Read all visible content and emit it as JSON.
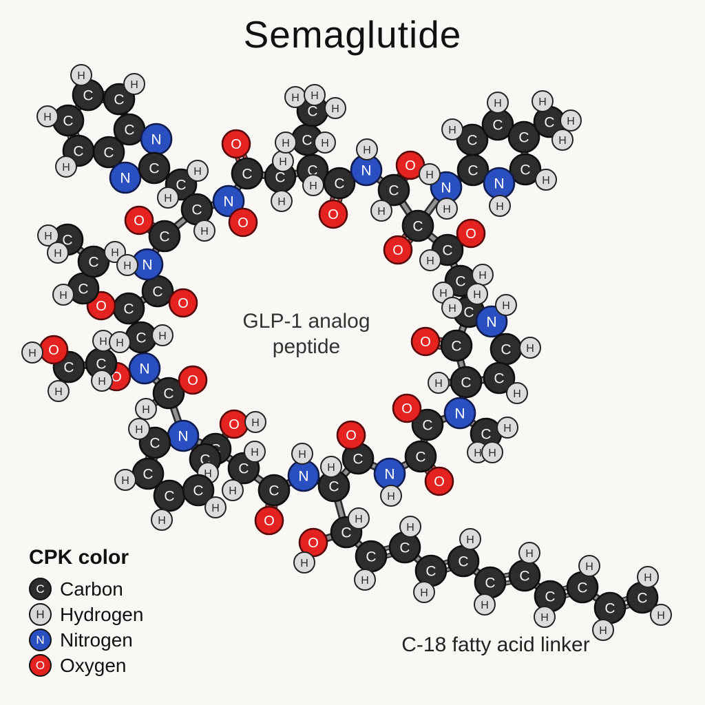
{
  "title": "Semaglutide",
  "labels": {
    "center_line1": "GLP-1 analog",
    "center_line2": "peptide",
    "fatty_acid": "C-18 fatty acid linker"
  },
  "legend": {
    "heading": "CPK color",
    "items": [
      {
        "symbol": "C",
        "name": "Carbon",
        "color": "#2d2d2d",
        "letter_color": "#ffffff"
      },
      {
        "symbol": "H",
        "name": "Hydrogen",
        "color": "#d9d9d9",
        "letter_color": "#222222"
      },
      {
        "symbol": "N",
        "name": "Nitrogen",
        "color": "#2a4fc0",
        "letter_color": "#ffffff"
      },
      {
        "symbol": "O",
        "name": "Oxygen",
        "color": "#e42320",
        "letter_color": "#ffffff"
      }
    ]
  },
  "colors": {
    "background": "#f9f8f5",
    "bond_outline": "#2e2e2e",
    "bond_core": "#929292",
    "bond_core_oxygen": "#c05050",
    "bond_core_nitrogen": "#6474c2"
  },
  "elements": {
    "C": {
      "fill": "#2d2d2d",
      "stroke": "#0f0f0f",
      "label": "#f2f2f2",
      "r": 22,
      "fs": 21
    },
    "H": {
      "fill": "#dcdcdc",
      "stroke": "#232323",
      "label": "#2a2a2a",
      "r": 15,
      "fs": 16
    },
    "N": {
      "fill": "#2a4fc0",
      "stroke": "#101c4e",
      "label": "#ffffff",
      "r": 22,
      "fs": 21
    },
    "O": {
      "fill": "#e42320",
      "stroke": "#550808",
      "label": "#ffffff",
      "r": 20,
      "fs": 20
    }
  },
  "molecule": {
    "atoms": [
      [
        128,
        138,
        "C"
      ],
      [
        173,
        144,
        "C"
      ],
      [
        188,
        188,
        "C"
      ],
      [
        158,
        221,
        "C"
      ],
      [
        114,
        219,
        "C"
      ],
      [
        99,
        175,
        "C"
      ],
      [
        118,
        109,
        "H"
      ],
      [
        195,
        122,
        "H"
      ],
      [
        69,
        169,
        "H"
      ],
      [
        96,
        242,
        "H"
      ],
      [
        227,
        202,
        "N"
      ],
      [
        182,
        258,
        "N"
      ],
      [
        224,
        244,
        "C"
      ],
      [
        263,
        268,
        "C"
      ],
      [
        287,
        248,
        "H"
      ],
      [
        244,
        287,
        "H"
      ],
      [
        286,
        304,
        "C"
      ],
      [
        297,
        335,
        "H"
      ],
      [
        332,
        292,
        "N"
      ],
      [
        353,
        323,
        "O"
      ],
      [
        359,
        252,
        "C"
      ],
      [
        343,
        209,
        "O"
      ],
      [
        407,
        257,
        "C"
      ],
      [
        411,
        234,
        "H"
      ],
      [
        409,
        292,
        "H"
      ],
      [
        454,
        247,
        "C"
      ],
      [
        455,
        269,
        "H"
      ],
      [
        446,
        203,
        "C"
      ],
      [
        415,
        207,
        "H"
      ],
      [
        472,
        207,
        "H"
      ],
      [
        454,
        161,
        "C"
      ],
      [
        429,
        141,
        "H"
      ],
      [
        457,
        138,
        "H"
      ],
      [
        487,
        157,
        "H"
      ],
      [
        493,
        266,
        "C"
      ],
      [
        484,
        311,
        "O"
      ],
      [
        532,
        247,
        "N"
      ],
      [
        533,
        217,
        "H"
      ],
      [
        572,
        276,
        "C"
      ],
      [
        554,
        306,
        "H"
      ],
      [
        596,
        240,
        "O"
      ],
      [
        607,
        328,
        "C"
      ],
      [
        578,
        363,
        "O"
      ],
      [
        648,
        272,
        "N"
      ],
      [
        624,
        253,
        "H"
      ],
      [
        649,
        303,
        "H"
      ],
      [
        650,
        363,
        "C"
      ],
      [
        684,
        339,
        "O"
      ],
      [
        625,
        378,
        "H"
      ],
      [
        669,
        408,
        "C"
      ],
      [
        701,
        399,
        "H"
      ],
      [
        644,
        425,
        "H"
      ],
      [
        687,
        247,
        "C"
      ],
      [
        686,
        203,
        "C"
      ],
      [
        657,
        188,
        "H"
      ],
      [
        723,
        181,
        "C"
      ],
      [
        723,
        149,
        "H"
      ],
      [
        761,
        199,
        "C"
      ],
      [
        763,
        246,
        "C"
      ],
      [
        793,
        261,
        "H"
      ],
      [
        725,
        266,
        "N"
      ],
      [
        726,
        299,
        "H"
      ],
      [
        798,
        177,
        "C"
      ],
      [
        788,
        147,
        "H"
      ],
      [
        829,
        175,
        "H"
      ],
      [
        817,
        203,
        "H"
      ],
      [
        681,
        453,
        "C"
      ],
      [
        657,
        447,
        "H"
      ],
      [
        693,
        427,
        "H"
      ],
      [
        714,
        467,
        "N"
      ],
      [
        735,
        443,
        "H"
      ],
      [
        735,
        507,
        "C"
      ],
      [
        770,
        505,
        "H"
      ],
      [
        725,
        549,
        "C"
      ],
      [
        751,
        571,
        "H"
      ],
      [
        677,
        555,
        "C"
      ],
      [
        637,
        556,
        "H"
      ],
      [
        663,
        502,
        "C"
      ],
      [
        618,
        496,
        "O"
      ],
      [
        668,
        600,
        "N"
      ],
      [
        706,
        630,
        "C"
      ],
      [
        737,
        621,
        "H"
      ],
      [
        694,
        657,
        "H"
      ],
      [
        715,
        657,
        "H"
      ],
      [
        621,
        617,
        "C"
      ],
      [
        591,
        593,
        "O"
      ],
      [
        611,
        663,
        "C"
      ],
      [
        638,
        699,
        "O"
      ],
      [
        566,
        688,
        "N"
      ],
      [
        568,
        720,
        "H"
      ],
      [
        520,
        666,
        "C"
      ],
      [
        510,
        632,
        "O"
      ],
      [
        485,
        706,
        "C"
      ],
      [
        481,
        678,
        "H"
      ],
      [
        441,
        691,
        "N"
      ],
      [
        439,
        659,
        "H"
      ],
      [
        503,
        773,
        "C"
      ],
      [
        521,
        753,
        "H"
      ],
      [
        455,
        788,
        "O"
      ],
      [
        442,
        817,
        "H"
      ],
      [
        539,
        808,
        "C"
      ],
      [
        530,
        842,
        "H"
      ],
      [
        588,
        795,
        "C"
      ],
      [
        596,
        765,
        "H"
      ],
      [
        626,
        829,
        "C"
      ],
      [
        616,
        860,
        "H"
      ],
      [
        673,
        815,
        "C"
      ],
      [
        683,
        783,
        "H"
      ],
      [
        712,
        846,
        "C"
      ],
      [
        704,
        878,
        "H"
      ],
      [
        762,
        836,
        "C"
      ],
      [
        769,
        803,
        "H"
      ],
      [
        799,
        866,
        "C"
      ],
      [
        791,
        896,
        "H"
      ],
      [
        846,
        853,
        "C"
      ],
      [
        856,
        822,
        "H"
      ],
      [
        886,
        883,
        "C"
      ],
      [
        876,
        915,
        "H"
      ],
      [
        933,
        868,
        "C"
      ],
      [
        941,
        838,
        "H"
      ],
      [
        960,
        893,
        "H"
      ],
      [
        398,
        712,
        "C"
      ],
      [
        391,
        756,
        "O"
      ],
      [
        354,
        680,
        "C"
      ],
      [
        370,
        656,
        "H"
      ],
      [
        338,
        712,
        "H"
      ],
      [
        313,
        652,
        "C"
      ],
      [
        340,
        616,
        "O"
      ],
      [
        371,
        613,
        "H"
      ],
      [
        298,
        667,
        "C"
      ],
      [
        302,
        687,
        "H"
      ],
      [
        266,
        633,
        "N"
      ],
      [
        225,
        643,
        "C"
      ],
      [
        202,
        623,
        "H"
      ],
      [
        215,
        688,
        "C"
      ],
      [
        182,
        697,
        "H"
      ],
      [
        246,
        720,
        "C"
      ],
      [
        235,
        755,
        "H"
      ],
      [
        288,
        712,
        "C"
      ],
      [
        313,
        737,
        "H"
      ],
      [
        245,
        571,
        "C"
      ],
      [
        280,
        552,
        "O"
      ],
      [
        212,
        594,
        "H"
      ],
      [
        210,
        535,
        "N"
      ],
      [
        169,
        547,
        "O"
      ],
      [
        147,
        528,
        "C"
      ],
      [
        150,
        495,
        "H"
      ],
      [
        148,
        553,
        "H"
      ],
      [
        100,
        533,
        "C"
      ],
      [
        85,
        568,
        "H"
      ],
      [
        78,
        508,
        "O"
      ],
      [
        47,
        512,
        "H"
      ],
      [
        205,
        490,
        "C"
      ],
      [
        174,
        497,
        "H"
      ],
      [
        236,
        487,
        "H"
      ],
      [
        187,
        448,
        "C"
      ],
      [
        147,
        444,
        "O"
      ],
      [
        121,
        419,
        "C"
      ],
      [
        92,
        428,
        "H"
      ],
      [
        136,
        380,
        "C"
      ],
      [
        167,
        366,
        "H"
      ],
      [
        98,
        348,
        "C"
      ],
      [
        70,
        342,
        "H"
      ],
      [
        84,
        367,
        "H"
      ],
      [
        229,
        423,
        "C"
      ],
      [
        266,
        440,
        "O"
      ],
      [
        214,
        384,
        "N"
      ],
      [
        185,
        385,
        "H"
      ],
      [
        239,
        343,
        "C"
      ],
      [
        202,
        320,
        "O"
      ]
    ],
    "bonds": [
      [
        0,
        1,
        2
      ],
      [
        1,
        2,
        1
      ],
      [
        2,
        3,
        2
      ],
      [
        3,
        4,
        1
      ],
      [
        4,
        5,
        2
      ],
      [
        5,
        0,
        1
      ],
      [
        0,
        6,
        1
      ],
      [
        1,
        7,
        1
      ],
      [
        5,
        8,
        1
      ],
      [
        4,
        9,
        1
      ],
      [
        2,
        10,
        1
      ],
      [
        10,
        12,
        2
      ],
      [
        12,
        11,
        1
      ],
      [
        11,
        3,
        1
      ],
      [
        12,
        13,
        1
      ],
      [
        13,
        14,
        1
      ],
      [
        13,
        15,
        1
      ],
      [
        13,
        16,
        1
      ],
      [
        16,
        17,
        1
      ],
      [
        16,
        18,
        1
      ],
      [
        18,
        19,
        2
      ],
      [
        18,
        20,
        1
      ],
      [
        20,
        21,
        2
      ],
      [
        20,
        22,
        1
      ],
      [
        22,
        23,
        1
      ],
      [
        22,
        24,
        1
      ],
      [
        22,
        25,
        1
      ],
      [
        25,
        26,
        1
      ],
      [
        25,
        27,
        1
      ],
      [
        27,
        28,
        1
      ],
      [
        27,
        29,
        1
      ],
      [
        27,
        30,
        1
      ],
      [
        30,
        31,
        1
      ],
      [
        30,
        32,
        1
      ],
      [
        30,
        33,
        1
      ],
      [
        25,
        34,
        1
      ],
      [
        34,
        35,
        2
      ],
      [
        34,
        36,
        1
      ],
      [
        36,
        37,
        1
      ],
      [
        36,
        38,
        1
      ],
      [
        38,
        39,
        1
      ],
      [
        38,
        40,
        2
      ],
      [
        38,
        41,
        1
      ],
      [
        41,
        42,
        2
      ],
      [
        41,
        43,
        1
      ],
      [
        43,
        44,
        1
      ],
      [
        43,
        45,
        1
      ],
      [
        43,
        52,
        1
      ],
      [
        41,
        46,
        1
      ],
      [
        46,
        47,
        2
      ],
      [
        46,
        48,
        1
      ],
      [
        46,
        49,
        1
      ],
      [
        49,
        50,
        1
      ],
      [
        49,
        51,
        1
      ],
      [
        49,
        66,
        1
      ],
      [
        52,
        53,
        2
      ],
      [
        53,
        55,
        1
      ],
      [
        55,
        57,
        2
      ],
      [
        57,
        58,
        1
      ],
      [
        58,
        60,
        2
      ],
      [
        60,
        52,
        1
      ],
      [
        53,
        54,
        1
      ],
      [
        55,
        56,
        1
      ],
      [
        58,
        59,
        1
      ],
      [
        60,
        61,
        1
      ],
      [
        57,
        62,
        1
      ],
      [
        62,
        63,
        1
      ],
      [
        62,
        64,
        1
      ],
      [
        62,
        65,
        1
      ],
      [
        66,
        67,
        1
      ],
      [
        66,
        68,
        1
      ],
      [
        66,
        69,
        1
      ],
      [
        69,
        70,
        1
      ],
      [
        69,
        71,
        1
      ],
      [
        71,
        72,
        1
      ],
      [
        71,
        73,
        2
      ],
      [
        73,
        74,
        1
      ],
      [
        73,
        75,
        1
      ],
      [
        75,
        76,
        1
      ],
      [
        75,
        77,
        1
      ],
      [
        77,
        78,
        2
      ],
      [
        77,
        66,
        1
      ],
      [
        75,
        79,
        1
      ],
      [
        79,
        80,
        1
      ],
      [
        80,
        81,
        1
      ],
      [
        80,
        82,
        1
      ],
      [
        80,
        83,
        1
      ],
      [
        79,
        84,
        1
      ],
      [
        84,
        85,
        2
      ],
      [
        84,
        86,
        1
      ],
      [
        86,
        87,
        2
      ],
      [
        86,
        88,
        1
      ],
      [
        88,
        89,
        1
      ],
      [
        88,
        90,
        1
      ],
      [
        90,
        91,
        2
      ],
      [
        90,
        92,
        1
      ],
      [
        92,
        93,
        1
      ],
      [
        92,
        94,
        1
      ],
      [
        94,
        95,
        1
      ],
      [
        94,
        121,
        1
      ],
      [
        92,
        96,
        1
      ],
      [
        96,
        97,
        1
      ],
      [
        96,
        98,
        1
      ],
      [
        98,
        99,
        1
      ],
      [
        96,
        100,
        1
      ],
      [
        100,
        101,
        1
      ],
      [
        100,
        102,
        2
      ],
      [
        102,
        103,
        1
      ],
      [
        102,
        104,
        1
      ],
      [
        104,
        105,
        1
      ],
      [
        104,
        106,
        2
      ],
      [
        106,
        107,
        1
      ],
      [
        106,
        108,
        1
      ],
      [
        108,
        109,
        1
      ],
      [
        108,
        110,
        2
      ],
      [
        110,
        111,
        1
      ],
      [
        110,
        112,
        1
      ],
      [
        112,
        113,
        1
      ],
      [
        112,
        114,
        2
      ],
      [
        114,
        115,
        1
      ],
      [
        114,
        116,
        1
      ],
      [
        116,
        117,
        1
      ],
      [
        116,
        118,
        2
      ],
      [
        118,
        119,
        1
      ],
      [
        118,
        120,
        1
      ],
      [
        121,
        122,
        2
      ],
      [
        121,
        123,
        1
      ],
      [
        123,
        124,
        1
      ],
      [
        123,
        125,
        1
      ],
      [
        123,
        126,
        1
      ],
      [
        126,
        127,
        1
      ],
      [
        127,
        128,
        1
      ],
      [
        126,
        129,
        1
      ],
      [
        129,
        130,
        1
      ],
      [
        126,
        131,
        1
      ],
      [
        131,
        132,
        1
      ],
      [
        132,
        134,
        2
      ],
      [
        134,
        136,
        1
      ],
      [
        136,
        138,
        2
      ],
      [
        138,
        129,
        1
      ],
      [
        129,
        131,
        1
      ],
      [
        132,
        133,
        1
      ],
      [
        134,
        135,
        1
      ],
      [
        136,
        137,
        1
      ],
      [
        138,
        139,
        1
      ],
      [
        131,
        140,
        1
      ],
      [
        140,
        141,
        2
      ],
      [
        140,
        142,
        1
      ],
      [
        140,
        143,
        1
      ],
      [
        143,
        144,
        1
      ],
      [
        144,
        145,
        1
      ],
      [
        145,
        146,
        1
      ],
      [
        145,
        147,
        1
      ],
      [
        145,
        148,
        1
      ],
      [
        148,
        149,
        1
      ],
      [
        148,
        150,
        1
      ],
      [
        150,
        151,
        1
      ],
      [
        143,
        152,
        1
      ],
      [
        152,
        153,
        1
      ],
      [
        152,
        154,
        1
      ],
      [
        152,
        155,
        1
      ],
      [
        155,
        156,
        1
      ],
      [
        156,
        157,
        1
      ],
      [
        157,
        158,
        1
      ],
      [
        157,
        159,
        2
      ],
      [
        159,
        160,
        1
      ],
      [
        159,
        161,
        1
      ],
      [
        161,
        162,
        1
      ],
      [
        161,
        163,
        1
      ],
      [
        155,
        164,
        1
      ],
      [
        164,
        165,
        2
      ],
      [
        164,
        166,
        1
      ],
      [
        166,
        167,
        1
      ],
      [
        166,
        168,
        1
      ],
      [
        168,
        169,
        2
      ],
      [
        168,
        16,
        1
      ]
    ]
  }
}
